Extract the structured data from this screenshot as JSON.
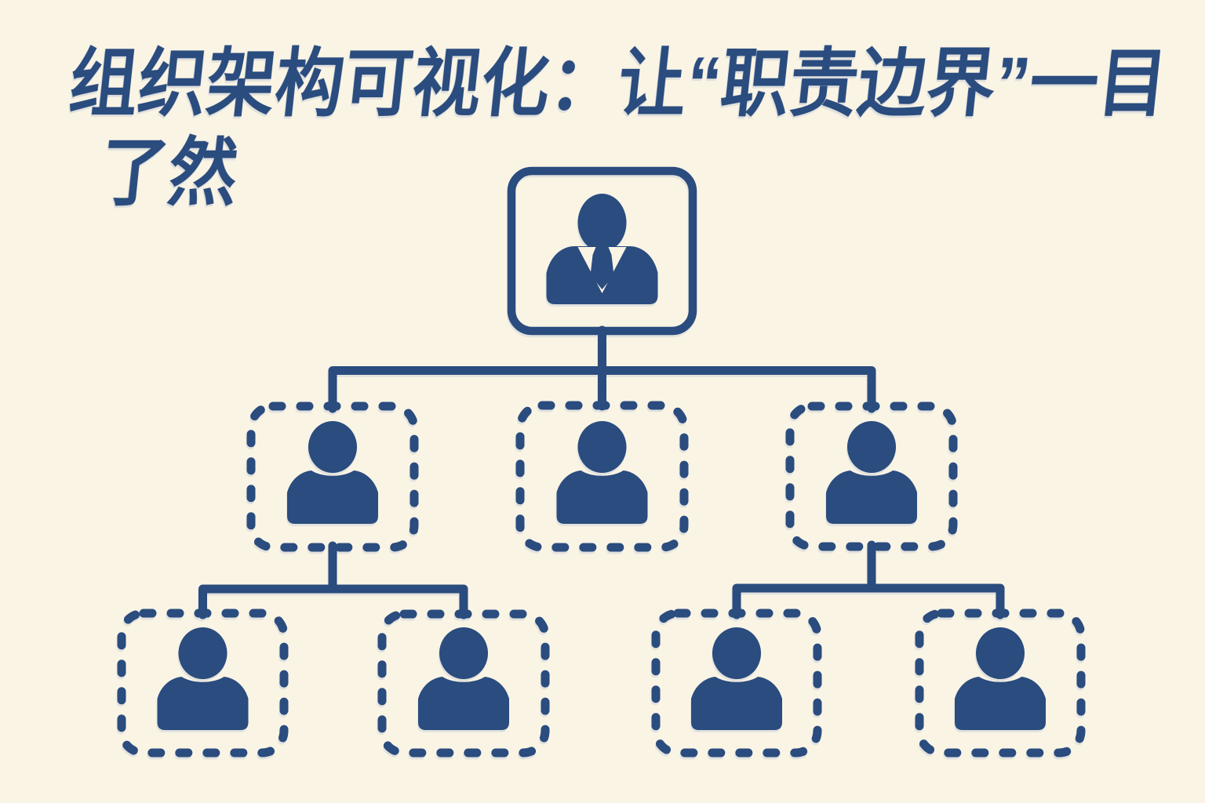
{
  "theme": {
    "paper": "#FAF4E5",
    "ink": "#2A4C7E"
  },
  "title": {
    "full": "组织架构可视化：让“职责边界”一目了然",
    "lines": [
      "组织架构可视化：让“职责边界”一目",
      "了然"
    ]
  },
  "org_chart": {
    "levels": [
      {
        "level": 1,
        "nodes": [
          {
            "id": "executive",
            "icon": "person-tie-icon",
            "border": "solid",
            "label": ""
          }
        ]
      },
      {
        "level": 2,
        "nodes": [
          {
            "id": "manager-1",
            "icon": "person-icon",
            "border": "dashed",
            "label": ""
          },
          {
            "id": "manager-2",
            "icon": "person-icon",
            "border": "dashed",
            "label": ""
          },
          {
            "id": "manager-3",
            "icon": "person-icon",
            "border": "dashed",
            "label": ""
          }
        ]
      },
      {
        "level": 3,
        "nodes": [
          {
            "id": "member-1",
            "icon": "person-icon",
            "border": "dashed",
            "label": ""
          },
          {
            "id": "member-2",
            "icon": "person-icon",
            "border": "dashed",
            "label": ""
          },
          {
            "id": "member-3",
            "icon": "person-icon",
            "border": "dashed",
            "label": ""
          },
          {
            "id": "member-4",
            "icon": "person-icon",
            "border": "dashed",
            "label": ""
          }
        ]
      }
    ],
    "edges": [
      [
        "executive",
        "manager-1"
      ],
      [
        "executive",
        "manager-2"
      ],
      [
        "executive",
        "manager-3"
      ],
      [
        "manager-1",
        "member-1"
      ],
      [
        "manager-1",
        "member-2"
      ],
      [
        "manager-3",
        "member-3"
      ],
      [
        "manager-3",
        "member-4"
      ]
    ]
  }
}
